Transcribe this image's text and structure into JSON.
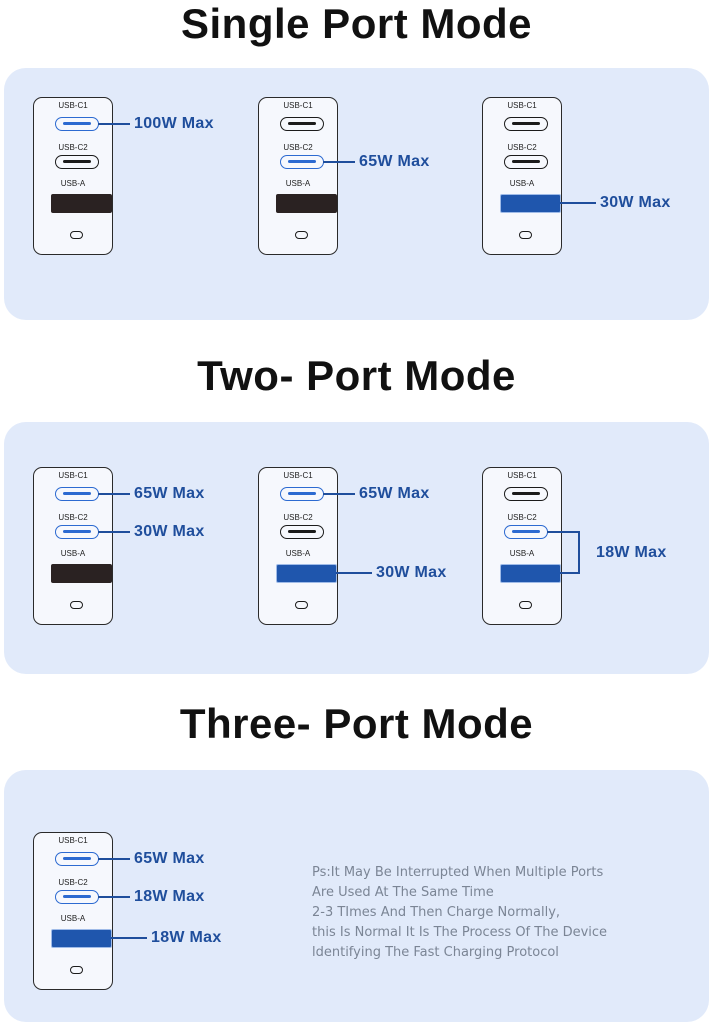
{
  "sections": {
    "single": {
      "title": "Single Port Mode"
    },
    "two": {
      "title": "Two- Port Mode"
    },
    "three": {
      "title": "Three- Port Mode"
    }
  },
  "port_labels": {
    "c1": "USB-C1",
    "c2": "USB-C2",
    "a": "USB-A"
  },
  "diagrams": {
    "single_1": {
      "active": [
        "c1"
      ],
      "outputs": {
        "c1": "100W Max"
      }
    },
    "single_2": {
      "active": [
        "c2"
      ],
      "outputs": {
        "c2": "65W Max"
      }
    },
    "single_3": {
      "active": [
        "a"
      ],
      "outputs": {
        "a": "30W Max"
      }
    },
    "two_1": {
      "active": [
        "c1",
        "c2"
      ],
      "outputs": {
        "c1": "65W Max",
        "c2": "30W Max"
      }
    },
    "two_2": {
      "active": [
        "c1",
        "a"
      ],
      "outputs": {
        "c1": "65W Max",
        "a": "30W Max"
      }
    },
    "two_3": {
      "active": [
        "c2",
        "a"
      ],
      "outputs": {
        "shared": "18W Max"
      }
    },
    "three_1": {
      "active": [
        "c1",
        "c2",
        "a"
      ],
      "outputs": {
        "c1": "65W Max",
        "c2": "18W Max",
        "a": "18W Max"
      }
    }
  },
  "note": {
    "lines": [
      "Ps:It May Be Interrupted When Multiple Ports",
      "Are Used At The Same Time",
      "2-3 TImes And Then Charge Normally,",
      "this Is Normal It Is The Process Of The Device",
      "ldentifying The Fast Charging Protocol"
    ]
  },
  "colors": {
    "panel_bg": "#e1eafa",
    "accent_blue": "#1f4e9c",
    "active_port": "#2c6ad1",
    "title_text": "#111111",
    "note_text": "#7b8595"
  }
}
